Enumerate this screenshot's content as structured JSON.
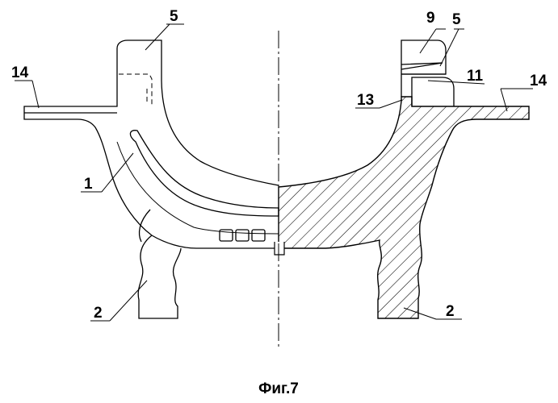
{
  "figure": {
    "caption": "Фиг.7",
    "labels": {
      "left_top": "5",
      "left_flange": "14",
      "left_channel": "1",
      "left_leg": "2",
      "right_top_9": "9",
      "right_top_5": "5",
      "right_11": "11",
      "right_13": "13",
      "right_flange": "14",
      "right_leg": "2"
    }
  }
}
